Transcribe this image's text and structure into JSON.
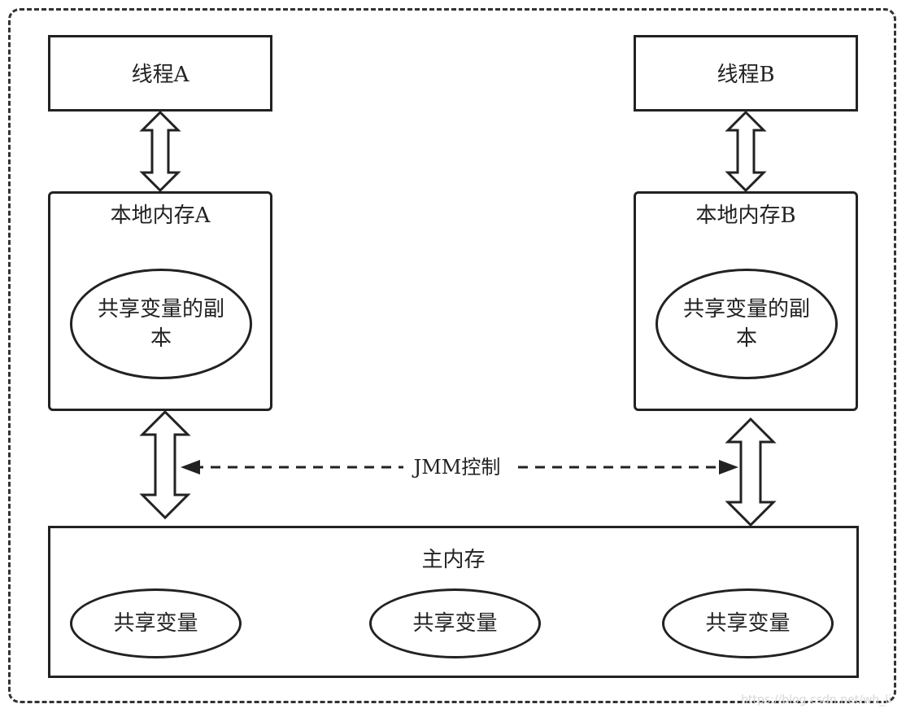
{
  "thread_a": {
    "label": "线程A"
  },
  "thread_b": {
    "label": "线程B"
  },
  "local_memory_a": {
    "title": "本地内存A",
    "copy_label_line1": "共享变量的副",
    "copy_label_line2": "本"
  },
  "local_memory_b": {
    "title": "本地内存B",
    "copy_label_line1": "共享变量的副",
    "copy_label_line2": "本"
  },
  "jmm_control": {
    "label": "JMM控制"
  },
  "main_memory": {
    "title": "主内存",
    "shared_variables": [
      "共享变量",
      "共享变量",
      "共享变量"
    ]
  },
  "watermark": "https://blog.csdn.net/wh_li"
}
